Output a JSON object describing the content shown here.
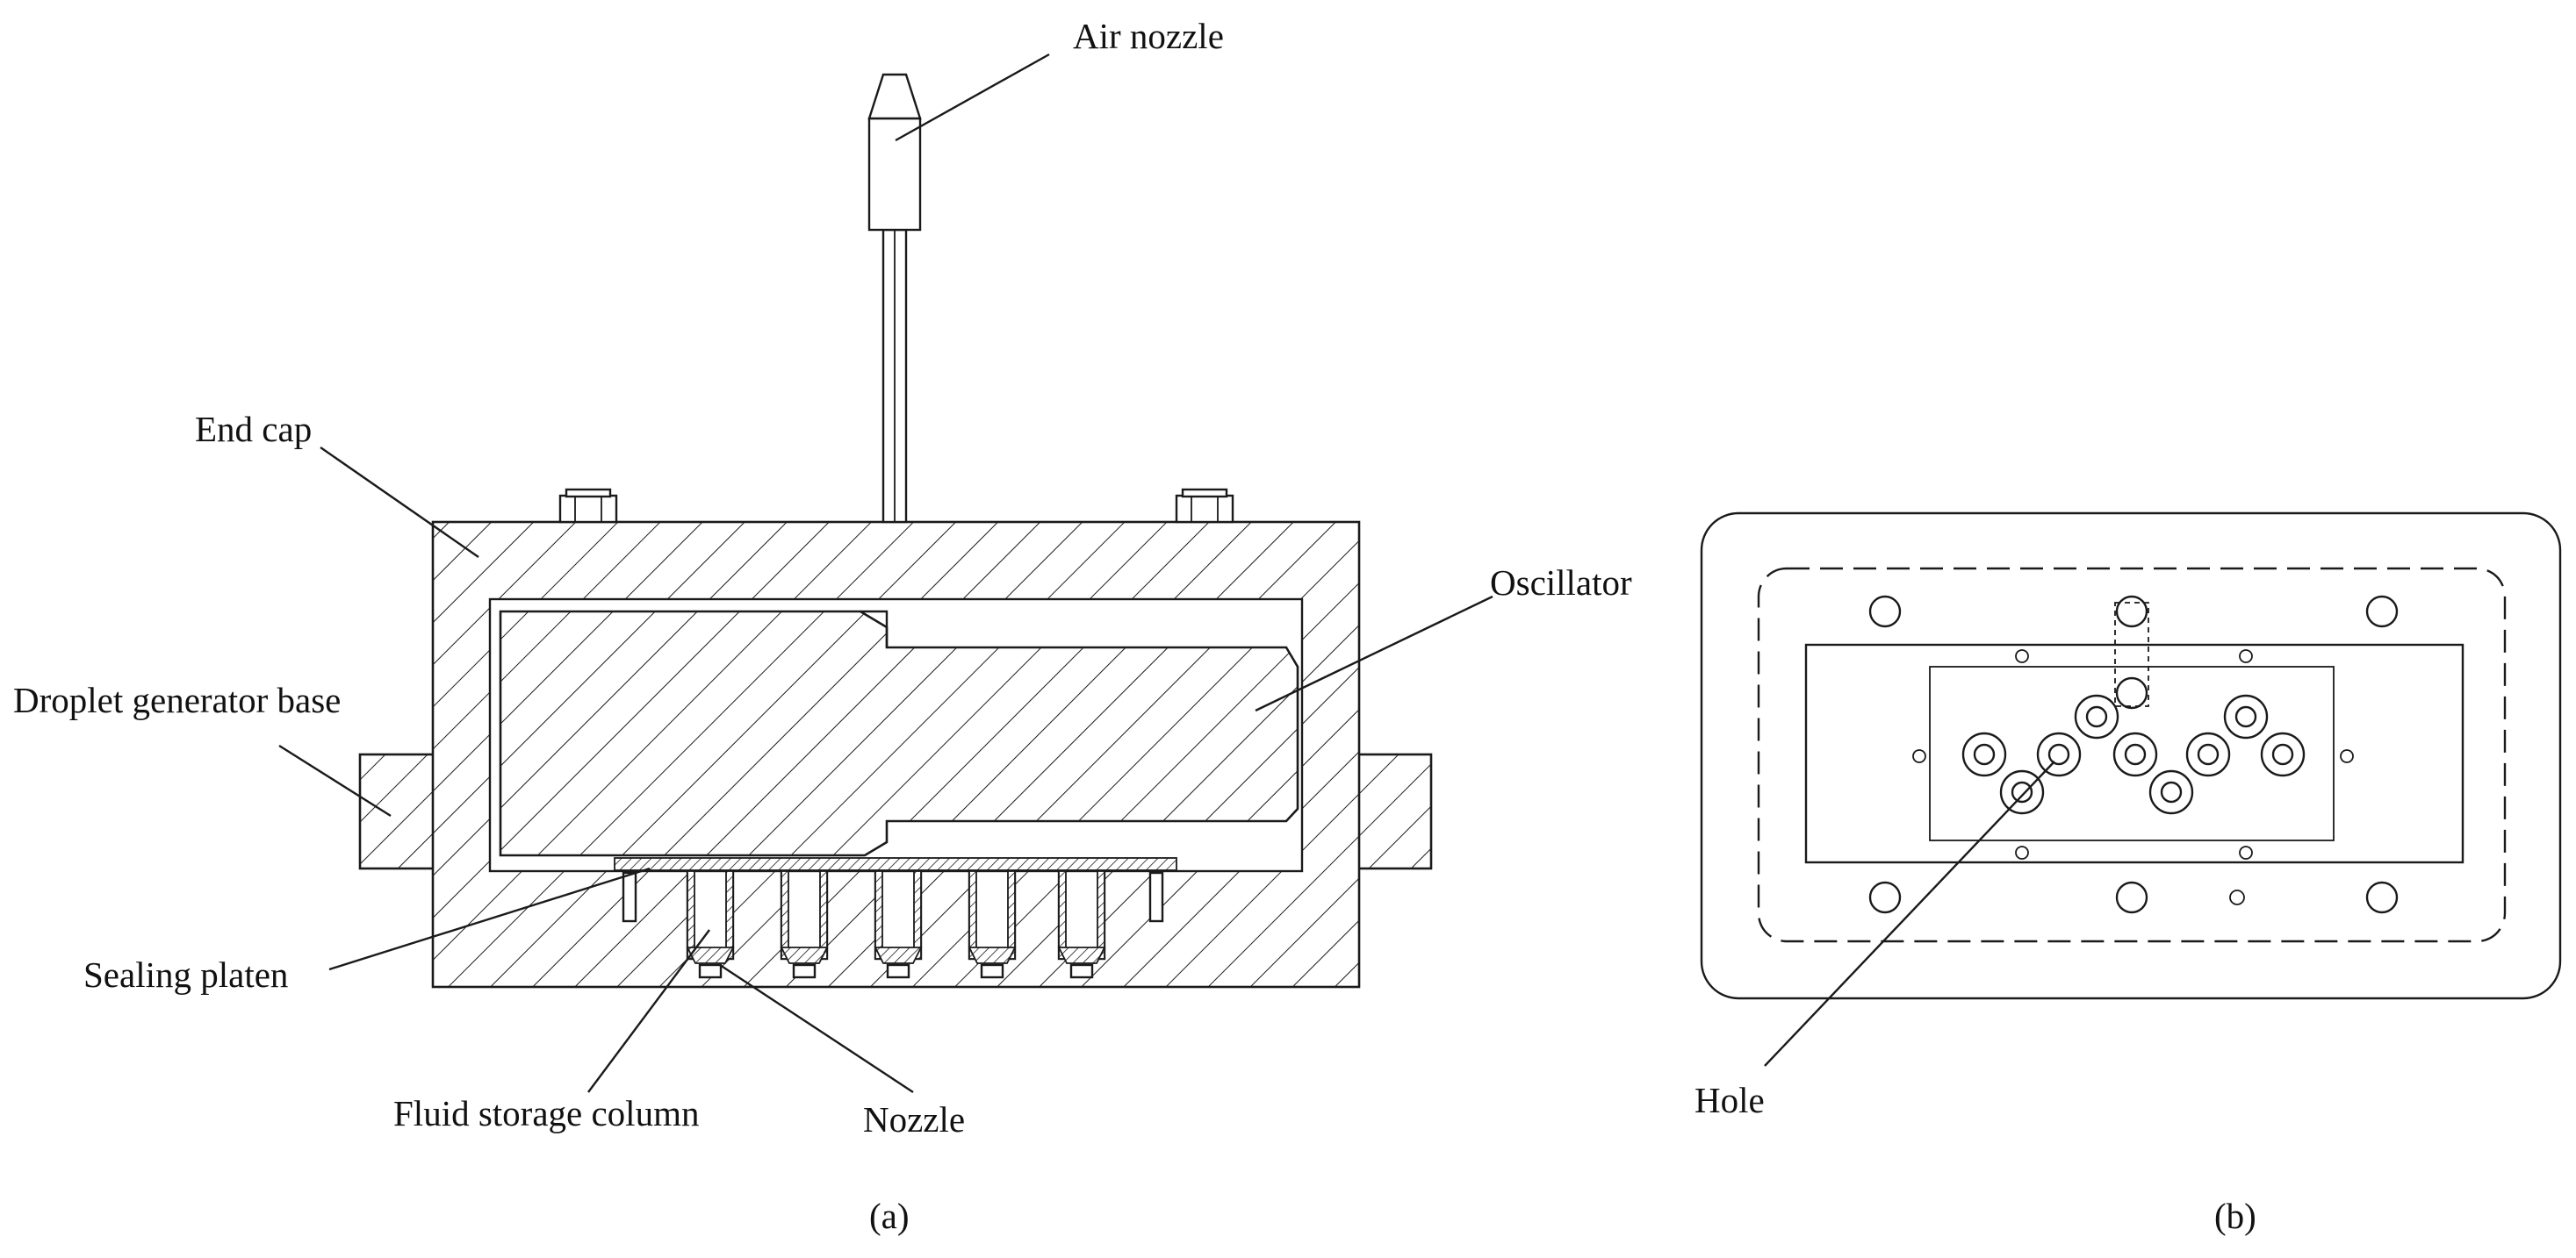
{
  "labels": {
    "air_nozzle": "Air nozzle",
    "end_cap": "End cap",
    "oscillator": "Oscillator",
    "droplet_generator_base": "Droplet generator base",
    "sealing_platen": "Sealing platen",
    "fluid_storage_column": "Fluid storage column",
    "nozzle": "Nozzle",
    "hole": "Hole"
  },
  "captions": {
    "a": "(a)",
    "b": "(b)"
  },
  "colors": {
    "line": "#1a1a1a",
    "background": "#ffffff"
  }
}
